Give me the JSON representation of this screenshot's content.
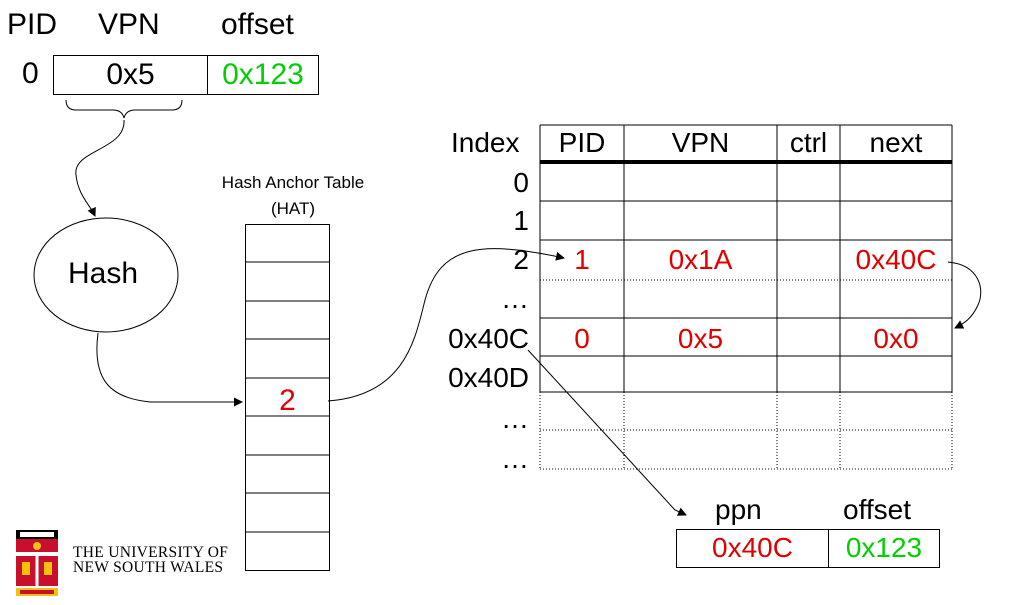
{
  "virtual_address": {
    "headers": [
      "PID",
      "VPN",
      "offset"
    ],
    "pid": "0",
    "vpn": "0x5",
    "offset": "0x123"
  },
  "hash_label": "Hash",
  "hat": {
    "title_line1": "Hash Anchor Table",
    "title_line2": "(HAT)",
    "entry_value": "2"
  },
  "page_table": {
    "index_header": "Index",
    "columns": [
      "PID",
      "VPN",
      "ctrl",
      "next"
    ],
    "indices": [
      "0",
      "1",
      "2",
      "…",
      "0x40C",
      "0x40D",
      "…",
      "…"
    ],
    "rows": [
      {
        "pid": "",
        "vpn": "",
        "ctrl": "",
        "next": ""
      },
      {
        "pid": "",
        "vpn": "",
        "ctrl": "",
        "next": ""
      },
      {
        "pid": "1",
        "vpn": "0x1A",
        "ctrl": "",
        "next": "0x40C"
      },
      {
        "pid": "",
        "vpn": "",
        "ctrl": "",
        "next": ""
      },
      {
        "pid": "0",
        "vpn": "0x5",
        "ctrl": "",
        "next": "0x0"
      },
      {
        "pid": "",
        "vpn": "",
        "ctrl": "",
        "next": ""
      },
      {
        "pid": "",
        "vpn": "",
        "ctrl": "",
        "next": ""
      },
      {
        "pid": "",
        "vpn": "",
        "ctrl": "",
        "next": ""
      }
    ]
  },
  "physical_address": {
    "headers": [
      "ppn",
      "offset"
    ],
    "ppn": "0x40C",
    "offset": "0x123"
  },
  "logo": {
    "line1": "THE UNIVERSITY OF",
    "line2": "NEW SOUTH WALES"
  },
  "colors": {
    "highlight": "#e00000",
    "offset": "#00d000"
  }
}
